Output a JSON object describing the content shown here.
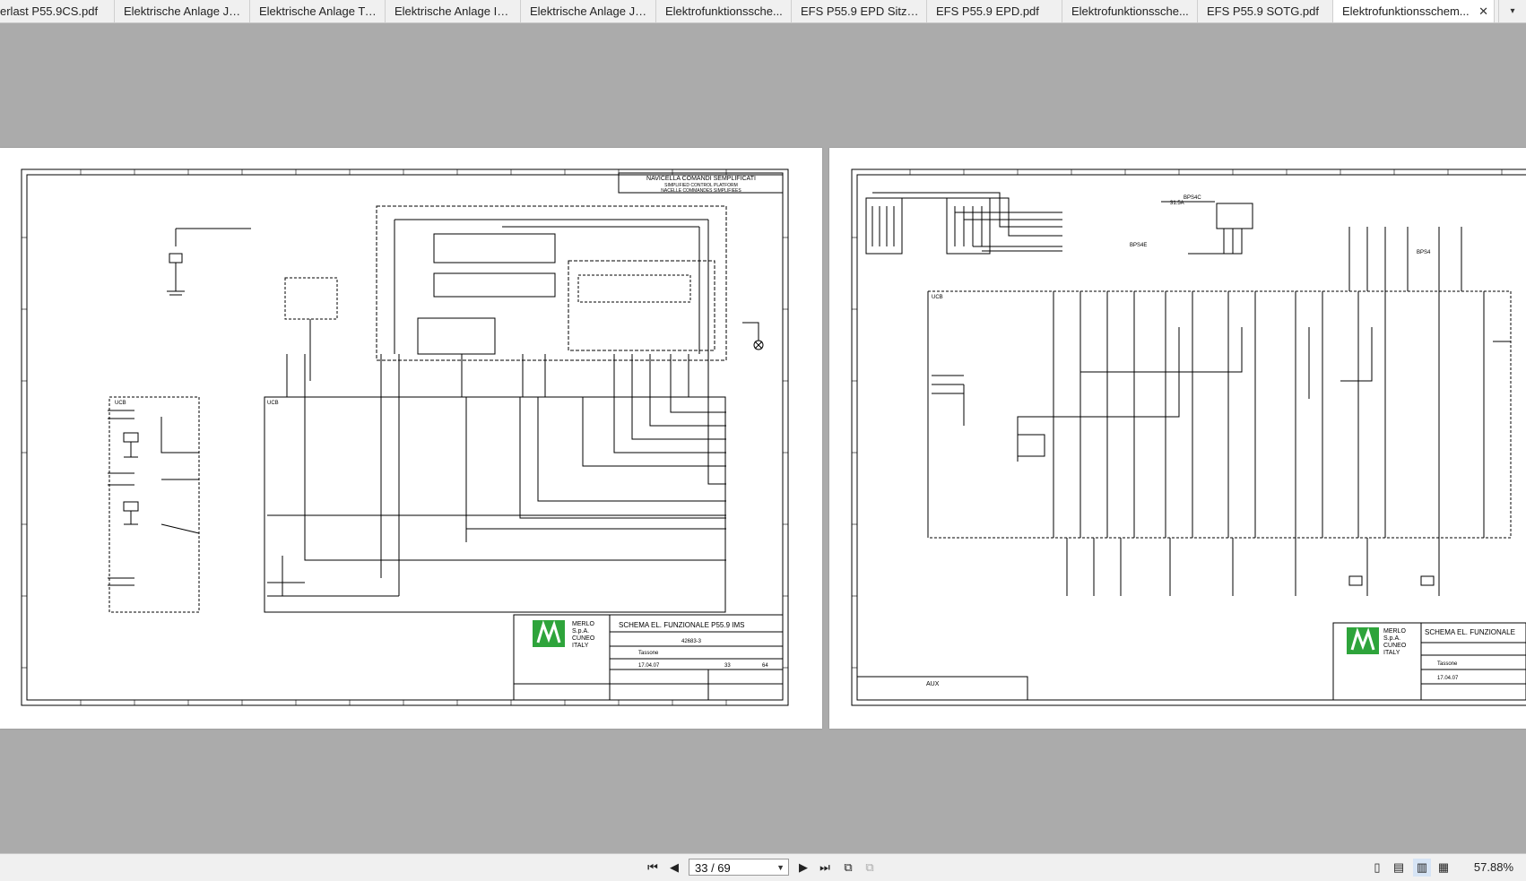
{
  "tabs": [
    {
      "label": "erlast P55.9CS.pdf",
      "active": false
    },
    {
      "label": "Elektrische Anlage Joy...",
      "active": false
    },
    {
      "label": "Elektrische Anlage Tu...",
      "active": false
    },
    {
      "label": "Elektrische Anlage IM...",
      "active": false
    },
    {
      "label": "Elektrische Anlage Joy...",
      "active": false
    },
    {
      "label": "Elektrofunktionssche...",
      "active": false
    },
    {
      "label": "EFS P55.9 EPD Sitzko...",
      "active": false
    },
    {
      "label": "EFS P55.9 EPD.pdf",
      "active": false
    },
    {
      "label": "Elektrofunktionssche...",
      "active": false
    },
    {
      "label": "EFS P55.9 SOTG.pdf",
      "active": false
    },
    {
      "label": "Elektrofunktionsschem...",
      "active": true
    }
  ],
  "close_glyph": "✕",
  "scroll_glyph": "▾",
  "left_page": {
    "header_title": "NAVICELLA COMANDI SEMPLIFICATI",
    "header_sub1": "SIMPLIFIED CONTROL PLATFORM",
    "header_sub2": "NACELLE COMMANDES SIMPLIFIEES",
    "label_ucb1": "UCB",
    "label_ucb2": "UCB",
    "company": [
      "MERLO",
      "S.p.A.",
      "CUNEO",
      "ITALY"
    ],
    "schema_title": "SCHEMA EL. FUNZIONALE P55.9 IMS",
    "drawing_no": "42683-3",
    "designer": "Tassone",
    "date": "17.04.07",
    "sheet": "33",
    "sheets_total": "64"
  },
  "right_page": {
    "label_ucb": "UCB",
    "label_aux": "AUX",
    "company": [
      "MERLO",
      "S.p.A.",
      "CUNEO",
      "ITALY"
    ],
    "schema_title": "SCHEMA EL. FUNZIONALE",
    "designer": "Tassone",
    "date": "17.04.07",
    "label_bps4": "BPS4",
    "label_bps4b": "BPS4C",
    "label_bps4c": "BPS4E",
    "label_fuse": "31.5A"
  },
  "status": {
    "page_indicator": "33 / 69",
    "zoom": "57.88%"
  }
}
